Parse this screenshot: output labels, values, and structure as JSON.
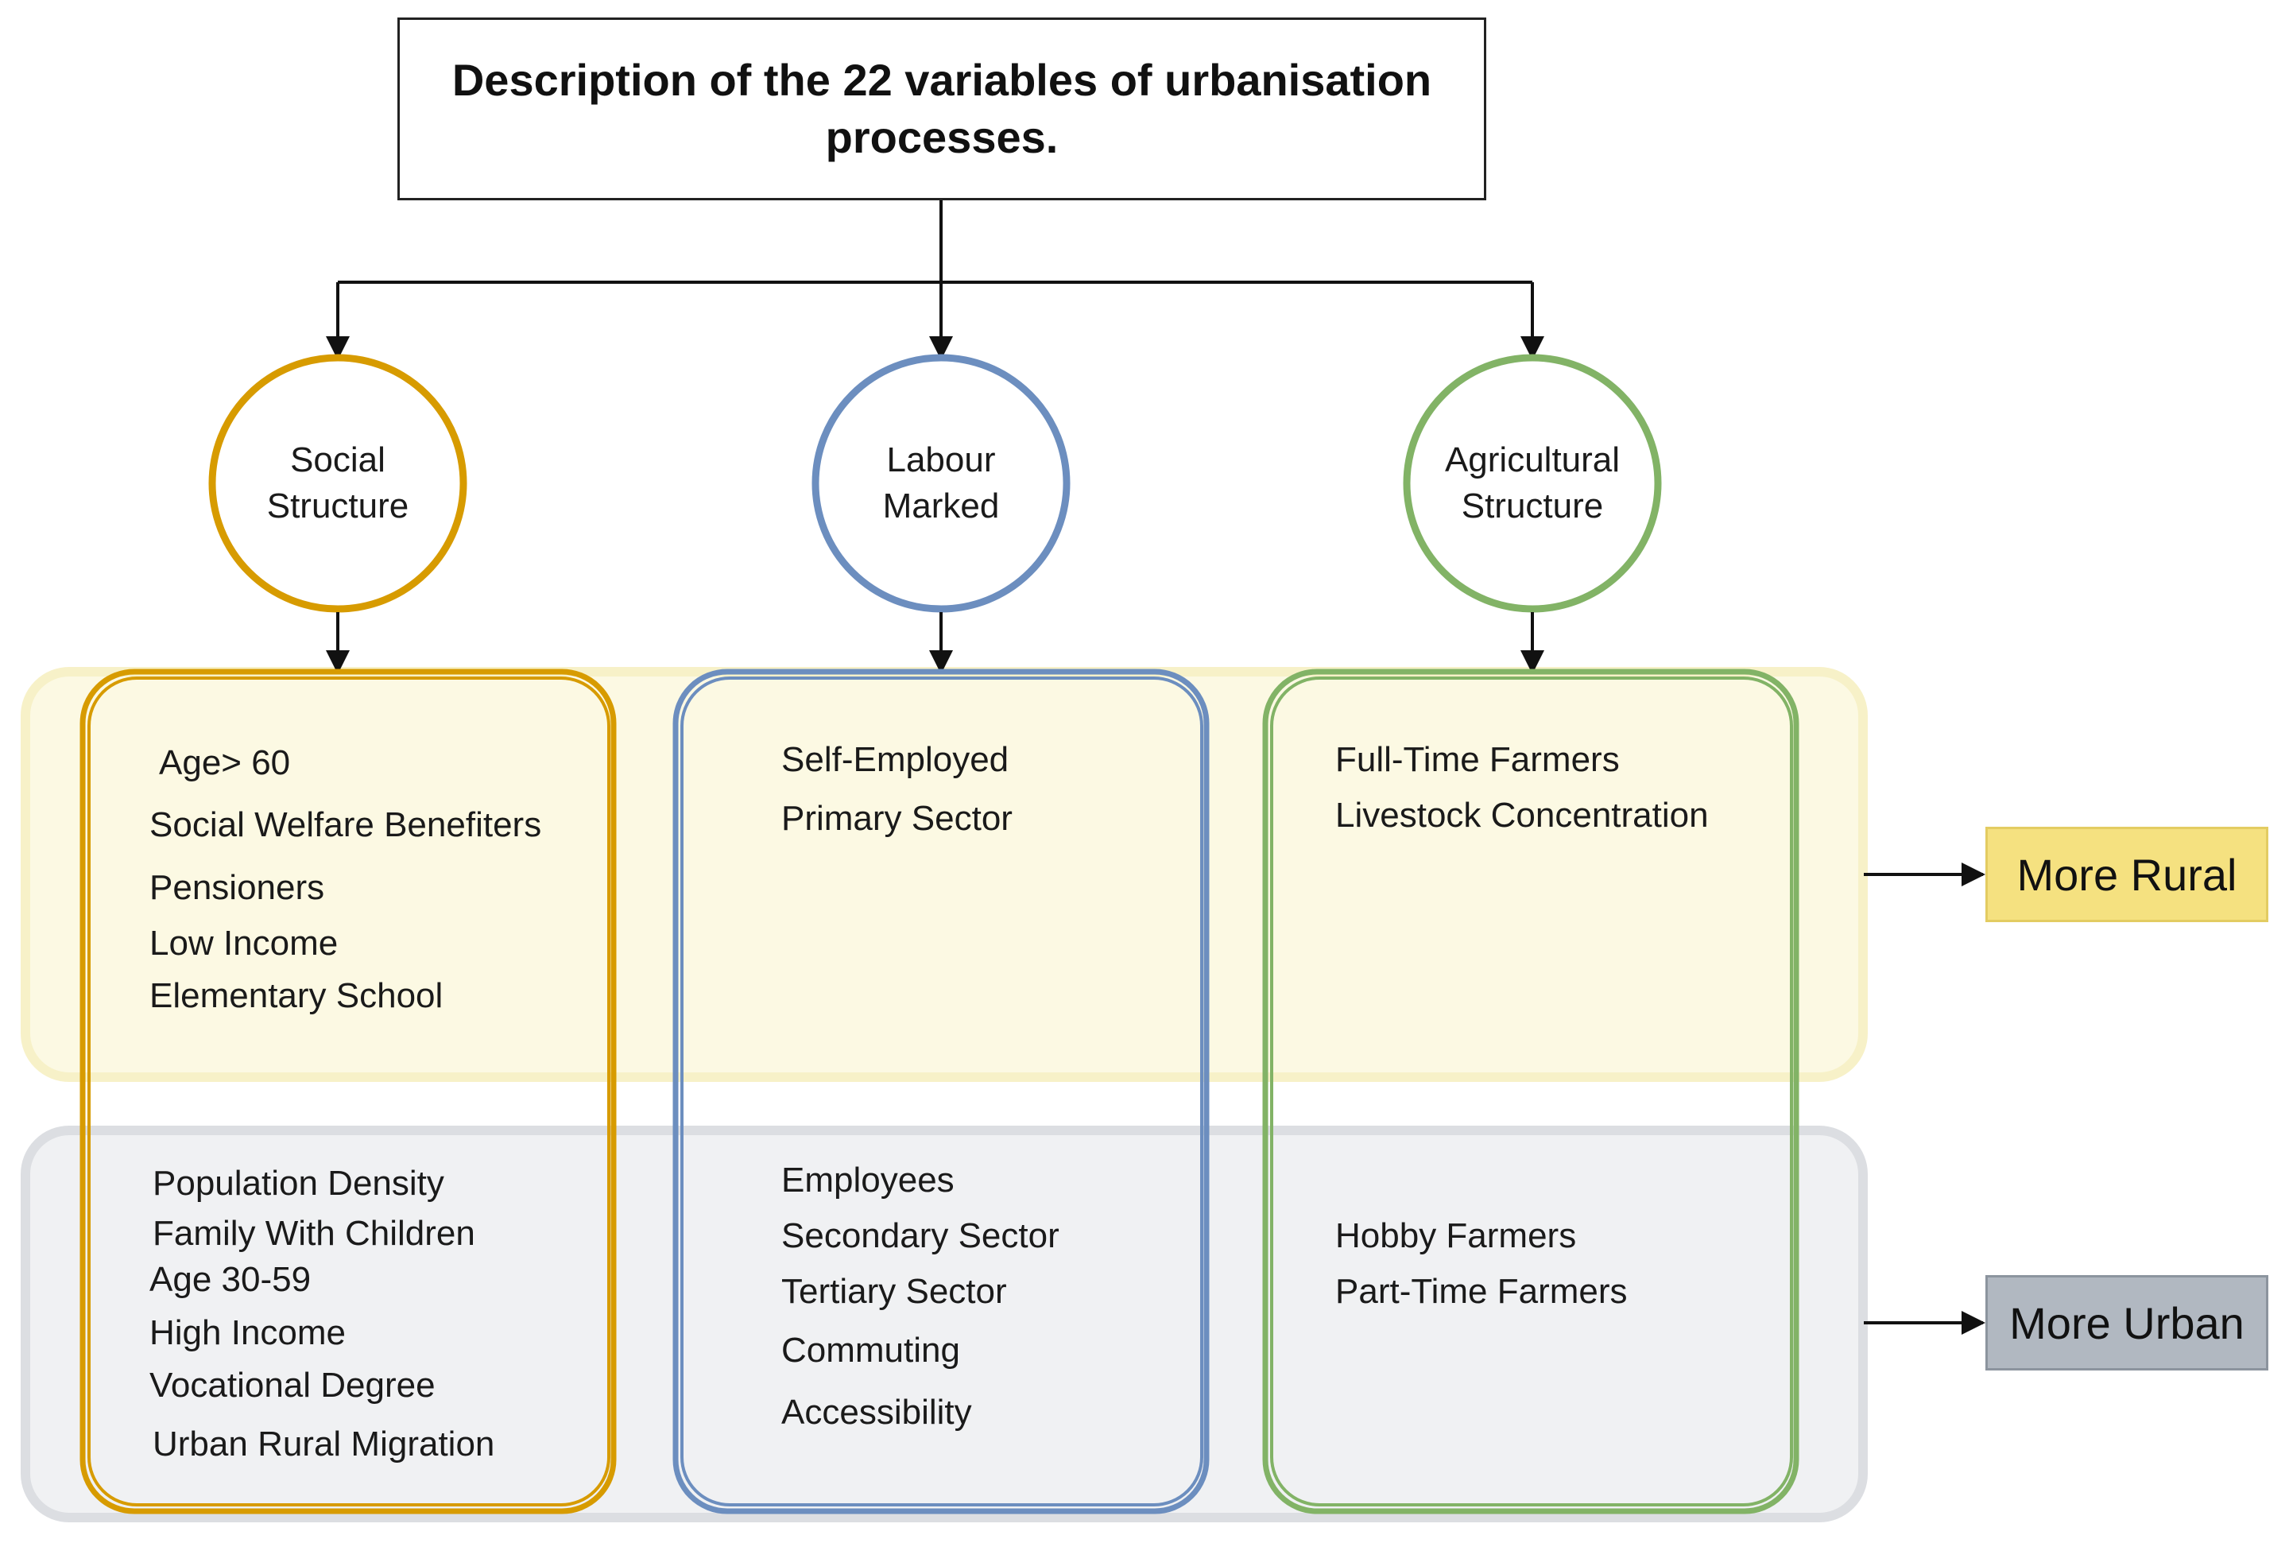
{
  "title": "Description of the 22 variables of urbanisation processes.",
  "colors": {
    "social": "#d79b00",
    "labour": "#6c8ebf",
    "agricultural": "#82b366",
    "rural_band": "#fcf9e3",
    "rural_band_border": "#f7f1c8",
    "urban_band": "#f0f1f3",
    "urban_band_border": "#dcdee2",
    "rural_legend": "#f5e180",
    "urban_legend": "#b1b8c1"
  },
  "categories": [
    {
      "name_line1": "Social",
      "name_line2": "Structure",
      "rural_items": [
        "Age> 60",
        "Social Welfare Benefiters",
        "Pensioners",
        "Low Income",
        "Elementary School"
      ],
      "urban_items": [
        "Population Density",
        "Family With Children",
        "Age 30-59",
        "High Income",
        "Vocational Degree",
        "Urban Rural Migration"
      ]
    },
    {
      "name_line1": "Labour",
      "name_line2": "Marked",
      "rural_items": [
        "Self-Employed",
        "Primary Sector"
      ],
      "urban_items": [
        "Employees",
        "Secondary Sector",
        "Tertiary Sector",
        "Commuting",
        "Accessibility"
      ]
    },
    {
      "name_line1": "Agricultural",
      "name_line2": "Structure",
      "rural_items": [
        "Full-Time Farmers",
        "Livestock Concentration"
      ],
      "urban_items": [
        "Hobby Farmers",
        "Part-Time Farmers"
      ]
    }
  ],
  "legend": {
    "rural": "More Rural",
    "urban": "More Urban"
  }
}
